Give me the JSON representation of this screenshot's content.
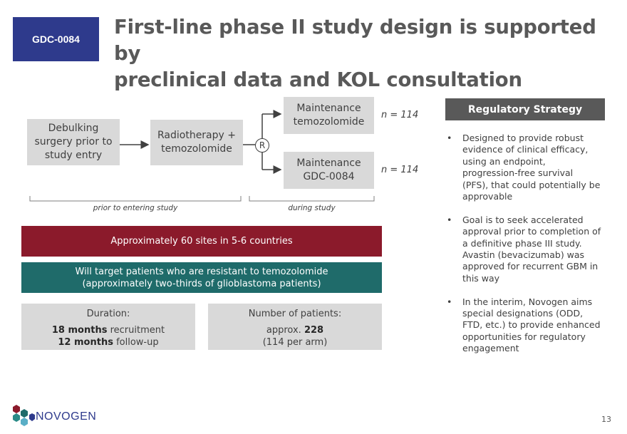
{
  "tag": "GDC-0084",
  "title": {
    "line1": "First-line phase II study design is supported by",
    "line2": "preclinical data and KOL consultation"
  },
  "flow": {
    "step1": [
      "Debulking",
      "surgery prior to",
      "study entry"
    ],
    "step2": [
      "Radiotherapy +",
      "temozolomide"
    ],
    "randomize": "R",
    "arm1": [
      "Maintenance",
      "temozolomide"
    ],
    "arm2": [
      "Maintenance",
      "GDC-0084"
    ],
    "arm1_n": "n = 114",
    "arm2_n": "n = 114",
    "phase_before": "prior to entering study",
    "phase_during": "during study"
  },
  "bands": {
    "sites": "Approximately 60 sites in 5-6 countries",
    "target_line1": "Will target patients who are resistant to temozolomide",
    "target_line2": "(approximately two-thirds of glioblastoma patients)"
  },
  "duration": {
    "heading": "Duration:",
    "recruit_bold": "18 months",
    "recruit_rest": " recruitment",
    "follow_bold": "12 months",
    "follow_rest": " follow-up"
  },
  "patients": {
    "heading": "Number of patients:",
    "approx_prefix": "approx. ",
    "approx_bold": "228",
    "per_arm": "(114 per arm)"
  },
  "regulatory": {
    "heading": "Regulatory Strategy",
    "bullets": [
      [
        "Designed to provide robust",
        "evidence of clinical efficacy,",
        "using an endpoint,",
        "progression-free survival",
        "(PFS), that could potentially be",
        "approvable"
      ],
      [
        "Goal is to seek accelerated",
        "approval prior to completion of",
        "a definitive phase III study.",
        "Avastin (bevacizumab) was",
        "approved for recurrent GBM in",
        "this way"
      ],
      [
        "In the interim, Novogen aims",
        "special designations (ODD,",
        "FTD, etc.) to provide enhanced",
        "opportunities for regulatory",
        "engagement"
      ]
    ]
  },
  "colors": {
    "tag_bg": "#2e3a8c",
    "sites_band": "#8b1a2b",
    "target_band": "#1f6b6a",
    "box_gray": "#d9d9d9",
    "reg_header": "#595959"
  },
  "footer": {
    "logo": "NOVOGEN",
    "logo_icon": "hexagon-cluster-icon",
    "page": "13"
  }
}
